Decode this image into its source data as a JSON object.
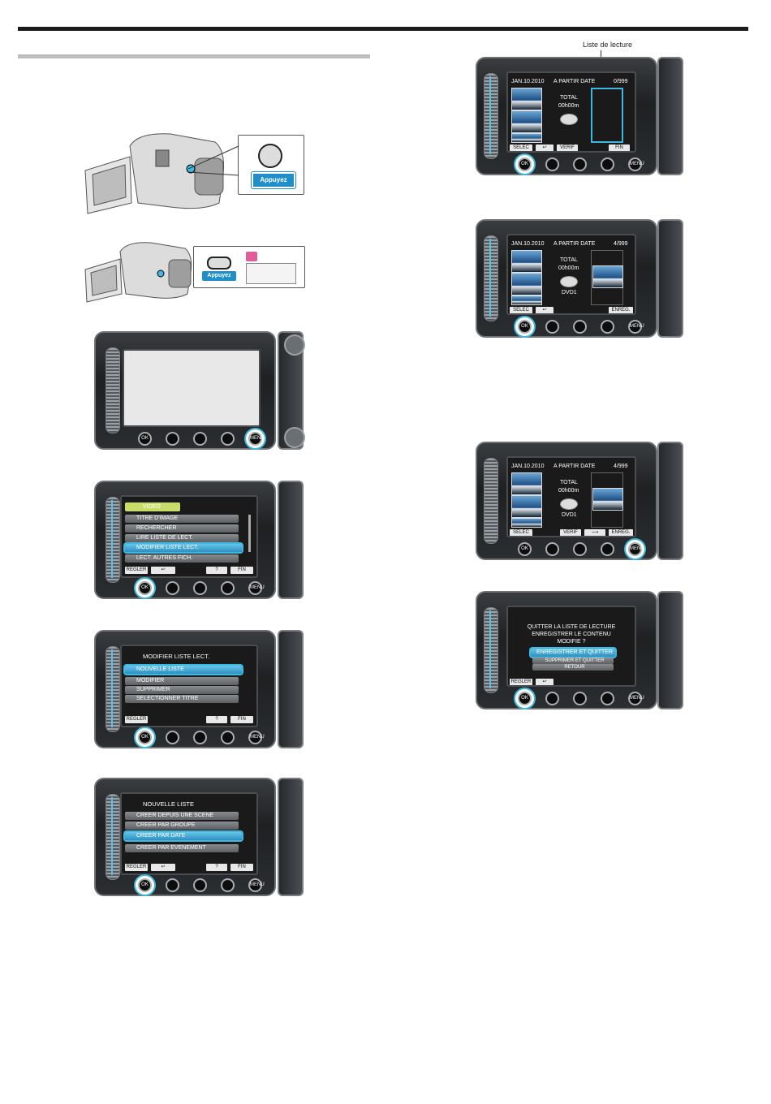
{
  "step1": {
    "press_label": "Appuyez"
  },
  "step2": {
    "press_label": "Appuyez"
  },
  "menu_video": {
    "header": "VIDEO",
    "items": [
      "TITRE D'IMAGE",
      "RECHERCHER",
      "LIRE LISTE DE LECT.",
      "MODIFIER LISTE LECT.",
      "LECT. AUTRES FICH."
    ],
    "buttons": {
      "set": "REGLER",
      "help": "?",
      "end": "FIN"
    }
  },
  "menu_modify": {
    "header": "MODIFIER LISTE LECT.",
    "items": [
      "NOUVELLE LISTE",
      "MODIFIER",
      "SUPPRIMER",
      "SELECTIONNER TITRE"
    ],
    "buttons": {
      "set": "REGLER",
      "help": "?",
      "end": "FIN"
    }
  },
  "menu_new": {
    "header": "NOUVELLE LISTE",
    "items": [
      "CREER DEPUIS UNE SCENE",
      "CREER PAR GROUPE",
      "CREER PAR DATE",
      "CREER PAR EVENEMENT"
    ],
    "buttons": {
      "set": "REGLER",
      "help": "?",
      "end": "FIN"
    }
  },
  "annotation": {
    "playlist_label": "Liste de lecture"
  },
  "screen_a": {
    "date": "JAN.10.2010",
    "mode": "A PARTIR DATE",
    "count": "0/999",
    "total": "TOTAL",
    "time": "00h00m",
    "buttons": {
      "select": "SELEC",
      "check": "VERIF",
      "end": "FIN"
    }
  },
  "screen_b": {
    "date": "JAN.10.2010",
    "mode": "A PARTIR DATE",
    "count": "4/999",
    "total": "TOTAL",
    "time": "00h00m",
    "disc": "DVD1",
    "buttons": {
      "select": "SELEC",
      "save": "ENREG."
    }
  },
  "screen_c": {
    "date": "JAN.10.2010",
    "mode": "A PARTIR DATE",
    "count": "4/999",
    "total": "TOTAL",
    "time": "00h00m",
    "disc": "DVD1",
    "buttons": {
      "select": "SELEC",
      "check": "VERIF",
      "save": "ENREG."
    }
  },
  "screen_d": {
    "question_line1": "QUITTER LA LISTE DE LECTURE",
    "question_line2": "ENREGISTRER LE CONTENU",
    "question_line3": "MODIFIE ?",
    "options": [
      "ENREGISTRER ET QUITTER",
      "SUPPRIMER ET QUITTER",
      "RETOUR"
    ],
    "buttons": {
      "set": "REGLER"
    }
  },
  "icons": {
    "ok": "OK",
    "menu": "MENU"
  }
}
